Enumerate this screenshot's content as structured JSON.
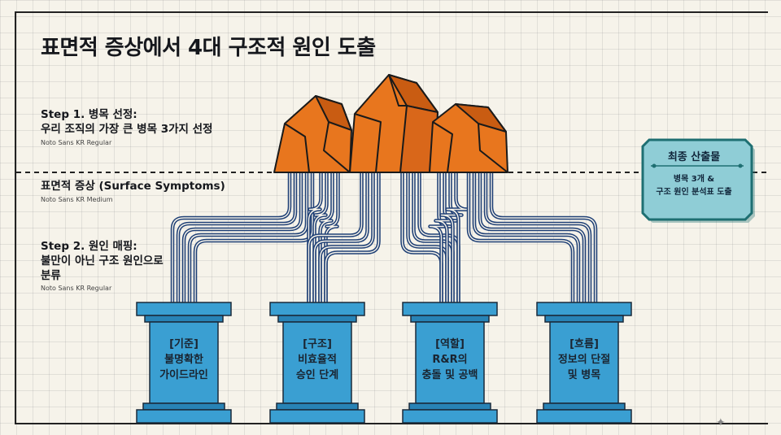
{
  "title": "표면적 증상에서 4대 구조적 원인 도출",
  "step1": {
    "heading": "Step 1. 병목 선정:",
    "line2": "우리 조직의 가장 큰 병목 3가지 선정",
    "font_note": "Noto Sans KR Regular"
  },
  "surface": {
    "heading": "표면적 증상 (Surface Symptoms)",
    "font_note": "Noto Sans KR Medium"
  },
  "step2": {
    "heading": "Step 2. 원인 매핑:",
    "line2": "불만이 아닌 구조 원인으로",
    "line3": "분류",
    "font_note": "Noto Sans KR Regular"
  },
  "pillars": [
    {
      "tag": "[기준]",
      "line1": "불명확한",
      "line2": "가이드라인"
    },
    {
      "tag": "[구조]",
      "line1": "비효율적",
      "line2": "승인 단계"
    },
    {
      "tag": "[역할]",
      "line1": "R&R의",
      "line2": "충돌 및 공백"
    },
    {
      "tag": "[흐름]",
      "line1": "정보의 단절",
      "line2": "및 병목"
    }
  ],
  "final": {
    "title": "최종 산출물",
    "line1": "병목 3개 &",
    "line2": "구조 원인 분석표 도출"
  },
  "colors": {
    "rock": "#e8761e",
    "rock_shade": "#c95c12",
    "pillar": "#3a9fd2",
    "pillar_dark": "#2883b6",
    "pipe": "#1e3f75",
    "final_fill": "#8fcdd6",
    "final_border": "#1e6f72"
  },
  "decor_icon": "sparkle-icon"
}
